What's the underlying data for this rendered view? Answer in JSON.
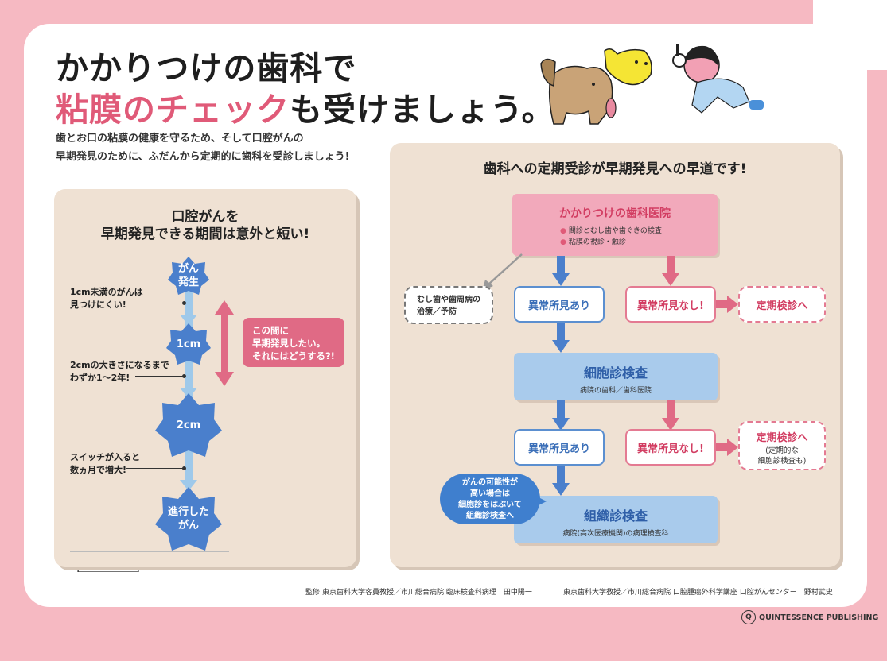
{
  "title": {
    "line1": "かかりつけの歯科で",
    "line2_highlight": "粘膜のチェック",
    "line2_rest": "も受けましょう。"
  },
  "intro": {
    "line1": "歯とお口の粘膜の健康を守るため、そして口腔がんの",
    "line2": "早期発見のために、ふだんから定期的に歯科を受診しましょう!"
  },
  "left_panel": {
    "title_line1": "口腔がんを",
    "title_line2": "早期発見できる期間は意外と短い!",
    "stages": [
      "がん\n発生",
      "1cm",
      "2cm",
      "進行した\nがん"
    ],
    "annotations": [
      {
        "line1": "1cm未満のがんは",
        "line2": "見つけにくい!"
      },
      {
        "line1": "2cmの大きさになるまで",
        "line2": "わずか1〜2年!"
      },
      {
        "line1": "スイッチが入ると",
        "line2": "数ヵ月で増大!"
      }
    ],
    "note": {
      "line1": "この間に",
      "line2": "早期発見したい。",
      "line3": "それにはどうする?!"
    }
  },
  "right_panel": {
    "title": "歯科への定期受診が早期発見への早道です!",
    "clinic": {
      "title": "かかりつけの歯科医院",
      "items": [
        "問診とむし歯や歯ぐきの検査",
        "粘膜の視診・触診"
      ]
    },
    "side_box": {
      "line1": "むし歯や歯周病の",
      "line2": "治療／予防"
    },
    "abnormal_label": "異常所見あり",
    "normal_label": "異常所見なし!",
    "regular_checkup": "定期検診へ",
    "regular_checkup2": {
      "title": "定期検診へ",
      "line1": "(定期的な",
      "line2": "細胞診検査も)"
    },
    "cytology": {
      "title": "細胞診検査",
      "sub": "病院の歯科／歯科医院"
    },
    "histology": {
      "title": "組織診検査",
      "sub": "病院(高次医療機関)の病理検査科"
    },
    "bubble": {
      "line1": "がんの可能性が",
      "line2": "高い場合は",
      "line3": "細胞診をはぶいて",
      "line4": "組織診検査へ"
    }
  },
  "footer": {
    "credit1": "監修:東京歯科大学客員教授／市川総合病院 臨床検査科病理　田中陽一",
    "credit2": "東京歯科大学教授／市川総合病院 口腔腫瘍外科学講座 口腔がんセンター　野村武史",
    "publisher": "QUINTESSENCE PUBLISHING",
    "publisher_logo": "Q"
  },
  "colors": {
    "background": "#f6b9c2",
    "accent_pink": "#e05a78",
    "panel": "#efe1d3",
    "blue": "#3f7fce",
    "light_blue": "#a9cbec"
  }
}
